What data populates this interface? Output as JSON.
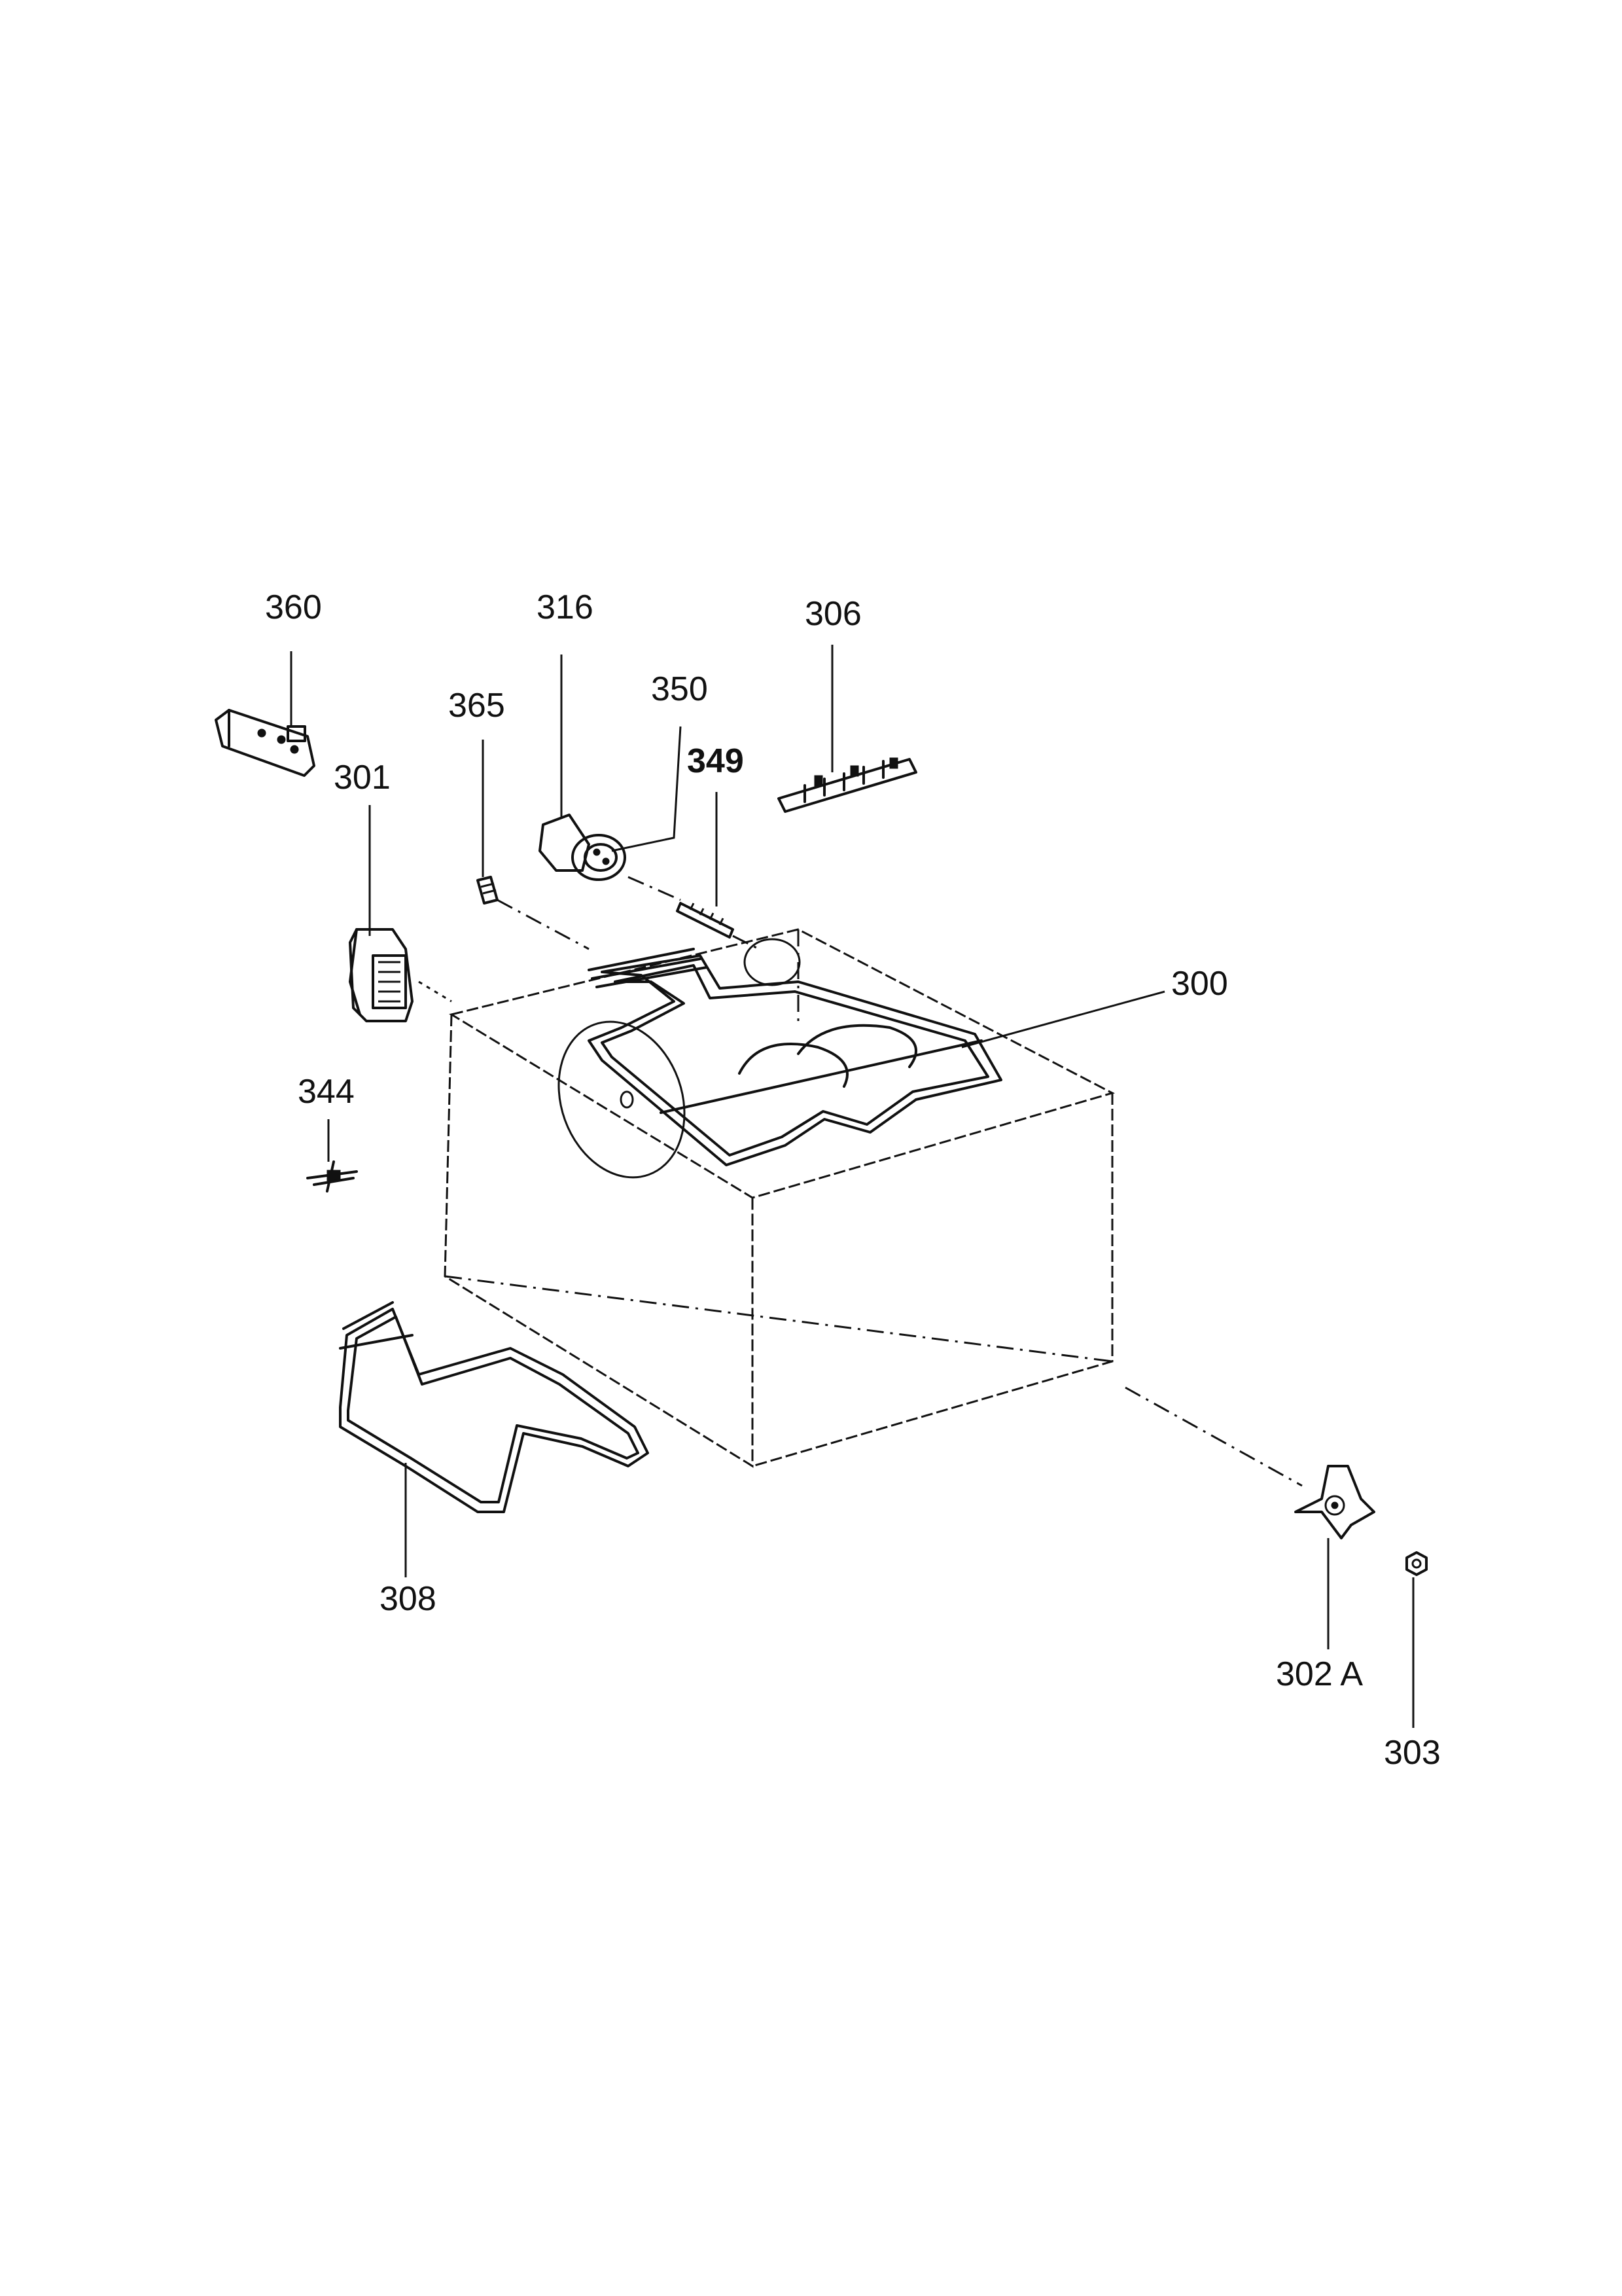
{
  "labels": {
    "p300": "300",
    "p301": "301",
    "p302a": "302 A",
    "p303": "303",
    "p306": "306",
    "p308": "308",
    "p316": "316",
    "p344": "344",
    "p349": "349",
    "p350": "350",
    "p360": "360",
    "p365": "365"
  }
}
